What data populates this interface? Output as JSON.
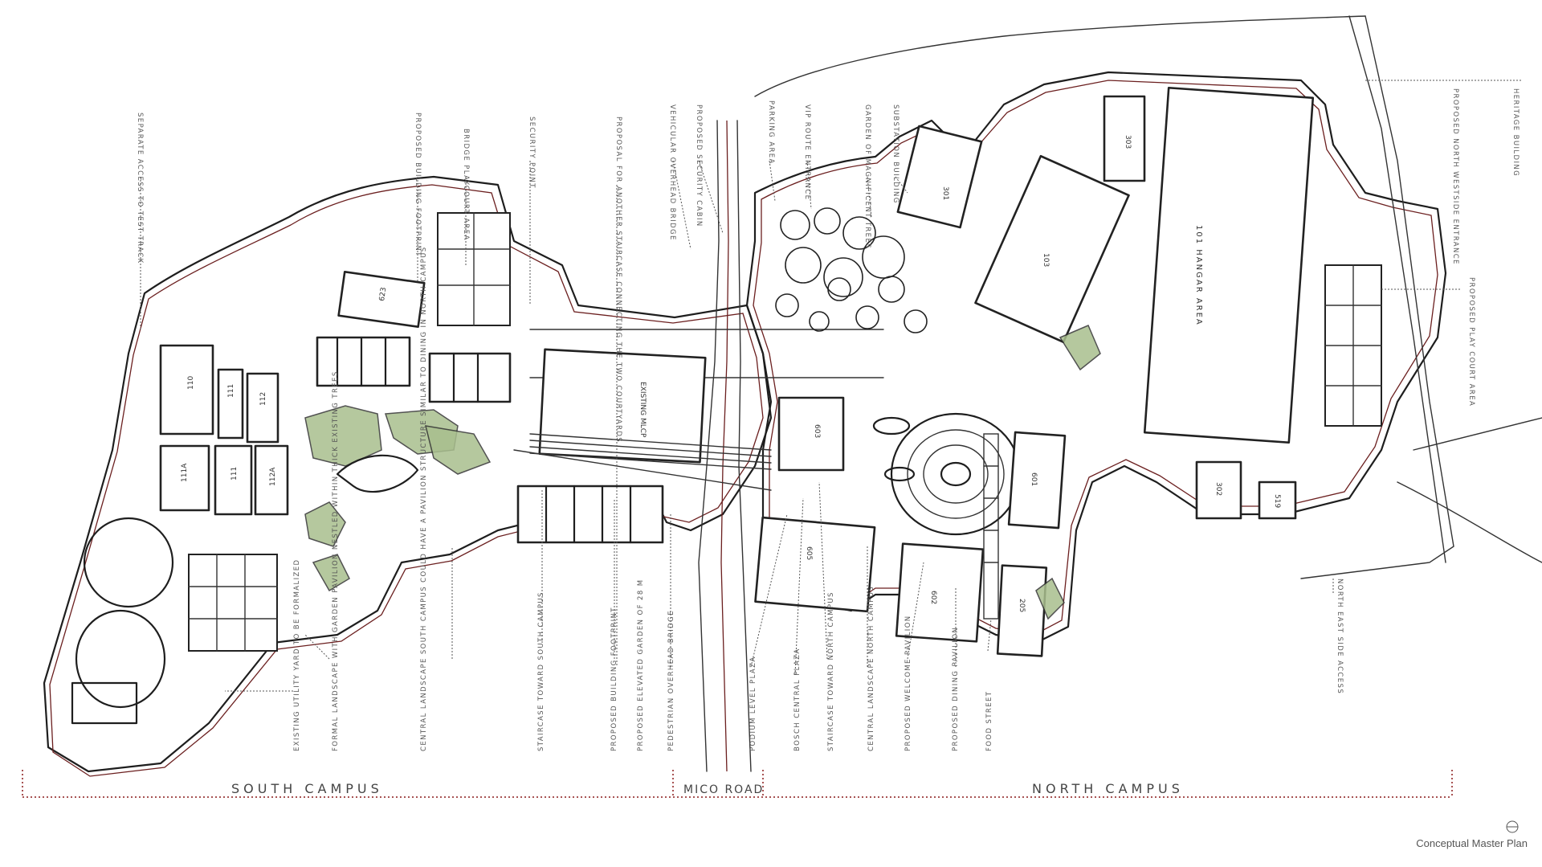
{
  "title": "Conceptual Master Plan",
  "zones": {
    "south": "SOUTH CAMPUS",
    "middle": "MICO ROAD",
    "north": "NORTH CAMPUS"
  },
  "top_annotations": [
    "SEPARATE ACCESS TO TEST TRACK",
    "PROPOSED BUILDING FOOTPRINT",
    "BRIDGE PLAYCOURT AREA",
    "SECURITY POINT",
    "PROPOSAL FOR ANOTHER STAIRCASE CONNECTING THE TWO COURTYARDS",
    "VEHICULAR OVERHEAD BRIDGE",
    "PROPOSED SECURITY CABIN",
    "PARKING AREA",
    "VIP ROUTE ENTRANCE",
    "GARDEN OF MAGNIFICENT TREES",
    "SUBSTATION BUILDING"
  ],
  "right_annotations": [
    "HERITAGE BUILDING",
    "PROPOSED NORTH WESTSIDE ENTRANCE",
    "PROPOSED PLAY COURT AREA",
    "NORTH EAST SIDE ACCESS"
  ],
  "bottom_annotations": [
    "EXISTING UTILITY YARD TO BE FORMALIZED",
    "FORMAL LANDSCAPE WITH GARDEN PAVILION NESTLED WITHIN THICK EXISTING TREES",
    "CENTRAL LANDSCAPE SOUTH CAMPUS COULD HAVE A PAVILION STRUCTURE SIMILAR TO DINING IN NORTH CAMPUS",
    "STAIRCASE TOWARD SOUTH CAMPUS",
    "PROPOSED BUILDING FOOTPRINT",
    "PROPOSED ELEVATED GARDEN OF 28 M",
    "PEDESTRIAN OVERHEAD BRIDGE",
    "PODIUM LEVEL PLAZA",
    "BOSCH CENTRAL PLAZA",
    "STAIRCASE TOWARD NORTH CAMPUS",
    "CENTRAL LANDSCAPE NORTH CAMPUS",
    "PROPOSED WELCOME PAVILION",
    "PROPOSED DINING PAVILION",
    "FOOD STREET"
  ],
  "buildings": {
    "b623": "623",
    "b110": "110",
    "b111a": "111",
    "b112": "112",
    "b111A": "111A",
    "b111b": "111",
    "b112A": "112A",
    "mlcp": "EXISTING MLCP",
    "b603": "603",
    "b605": "605",
    "b602": "602",
    "b601": "601",
    "b205": "205",
    "b301": "301",
    "b103": "103",
    "b303": "303",
    "b101": "101 HANGAR AREA",
    "b302": "302",
    "b519": "519"
  },
  "colors": {
    "ink": "#1e1e1e",
    "red_ink": "#6b1f1f",
    "lawn_green": "#a9bf8e",
    "zone_line": "#8b1a1a"
  }
}
